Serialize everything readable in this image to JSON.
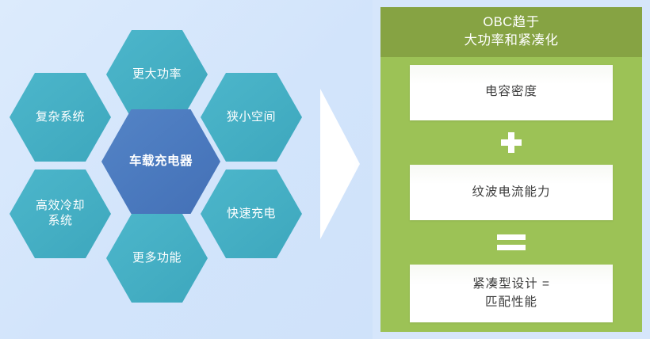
{
  "background_color": "#d6e6fb",
  "left_diagram": {
    "name": "on-board-charger-challenges",
    "center": {
      "label": "车载充电器",
      "color": "#4a79be"
    },
    "hex_color": "#45afc4",
    "nodes": [
      {
        "id": "more-power",
        "label": "更大功率",
        "position": "top"
      },
      {
        "id": "complex-system",
        "label": "复杂系统",
        "position": "top-left"
      },
      {
        "id": "narrow-space",
        "label": "狭小空间",
        "position": "top-right"
      },
      {
        "id": "efficient-cooling",
        "label_line1": "高效冷却",
        "label_line2": "系统",
        "position": "bottom-left"
      },
      {
        "id": "fast-charging",
        "label": "快速充电",
        "position": "bottom-right"
      },
      {
        "id": "more-functions",
        "label": "更多功能",
        "position": "bottom"
      }
    ]
  },
  "arrow": {
    "name": "right-arrow",
    "direction": "right",
    "color": "#ffffff"
  },
  "right_panel": {
    "header_color": "#86a343",
    "body_color": "#9cc256",
    "header": {
      "line1": "OBC趋于",
      "line2": "大功率和紧凑化"
    },
    "items": [
      {
        "id": "capacitance-density",
        "label": "电容密度"
      },
      {
        "id": "ripple-current",
        "label": "纹波电流能力"
      }
    ],
    "operators": {
      "plus": "+",
      "equals": "="
    },
    "result": {
      "id": "compact-design-result",
      "line1": "紧凑型设计 =",
      "line2": "匹配性能"
    }
  }
}
